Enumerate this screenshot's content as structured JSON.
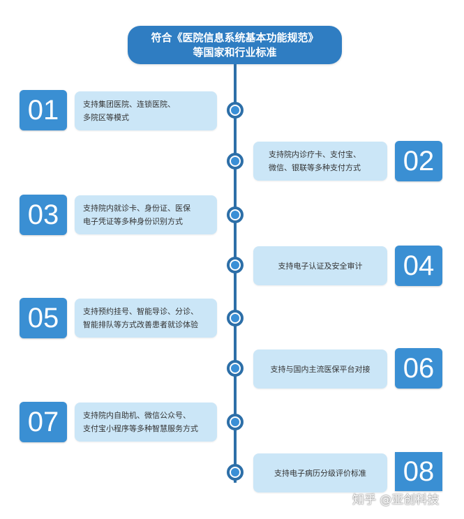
{
  "header": {
    "line1": "符合《医院信息系统基本功能规范》",
    "line2": "等国家和行业标准"
  },
  "colors": {
    "header_bg": "#2f7dc2",
    "number_box": "#3a8fd3",
    "text_box": "#cbe6f7",
    "timeline": "#2d6fa8",
    "node_dot": "#3a8fd6"
  },
  "items": [
    {
      "number": "01",
      "side": "left",
      "lines": [
        "支持集团医院、连锁医院、",
        "多院区等模式"
      ]
    },
    {
      "number": "02",
      "side": "right",
      "lines": [
        "支持院内诊疗卡、支付宝、",
        "微信、银联等多种支付方式"
      ]
    },
    {
      "number": "03",
      "side": "left",
      "lines": [
        "支持院内就诊卡、身份证、医保",
        "电子凭证等多种身份识别方式"
      ]
    },
    {
      "number": "04",
      "side": "right",
      "lines": [
        "支持电子认证及安全审计"
      ]
    },
    {
      "number": "05",
      "side": "left",
      "lines": [
        "支持预约挂号、智能导诊、分诊、",
        "智能排队等方式改善患者就诊体验"
      ]
    },
    {
      "number": "06",
      "side": "right",
      "lines": [
        "支持与国内主流医保平台对接"
      ]
    },
    {
      "number": "07",
      "side": "left",
      "lines": [
        "支持院内自助机、微信公众号、",
        "支付宝小程序等多种智慧服务方式"
      ]
    },
    {
      "number": "08",
      "side": "right",
      "lines": [
        "支持电子病历分级评价标准"
      ]
    }
  ],
  "watermark": "知乎 @亚创科技"
}
